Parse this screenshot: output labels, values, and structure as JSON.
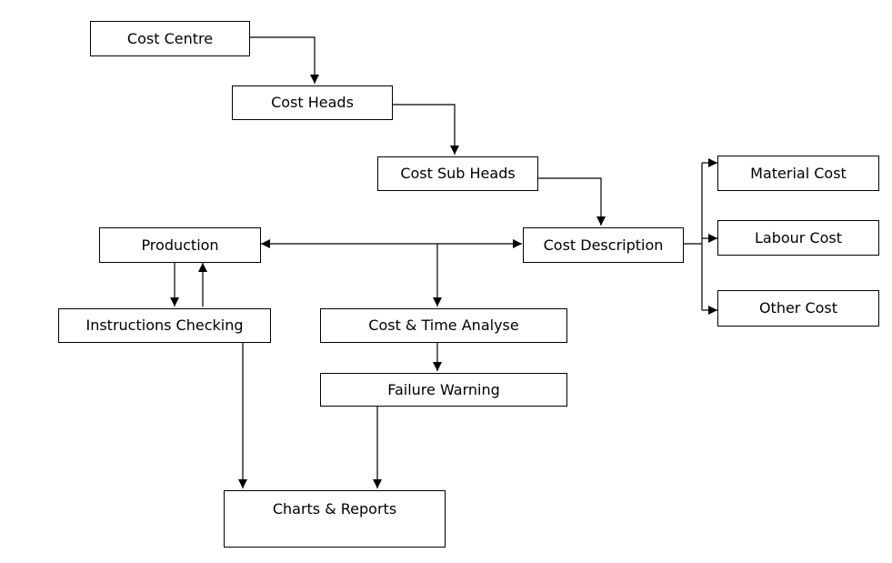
{
  "nodes": {
    "cost_centre": "Cost Centre",
    "cost_heads": "Cost Heads",
    "cost_sub_heads": "Cost Sub Heads",
    "cost_description": "Cost Description",
    "material_cost": "Material Cost",
    "labour_cost": "Labour Cost",
    "other_cost": "Other Cost",
    "production": "Production",
    "instructions_checking": "Instructions Checking",
    "cost_time_analyse": "Cost & Time Analyse",
    "failure_warning": "Failure Warning",
    "charts_reports": "Charts & Reports"
  },
  "colors": {
    "stroke": "#000000",
    "background": "#ffffff"
  }
}
